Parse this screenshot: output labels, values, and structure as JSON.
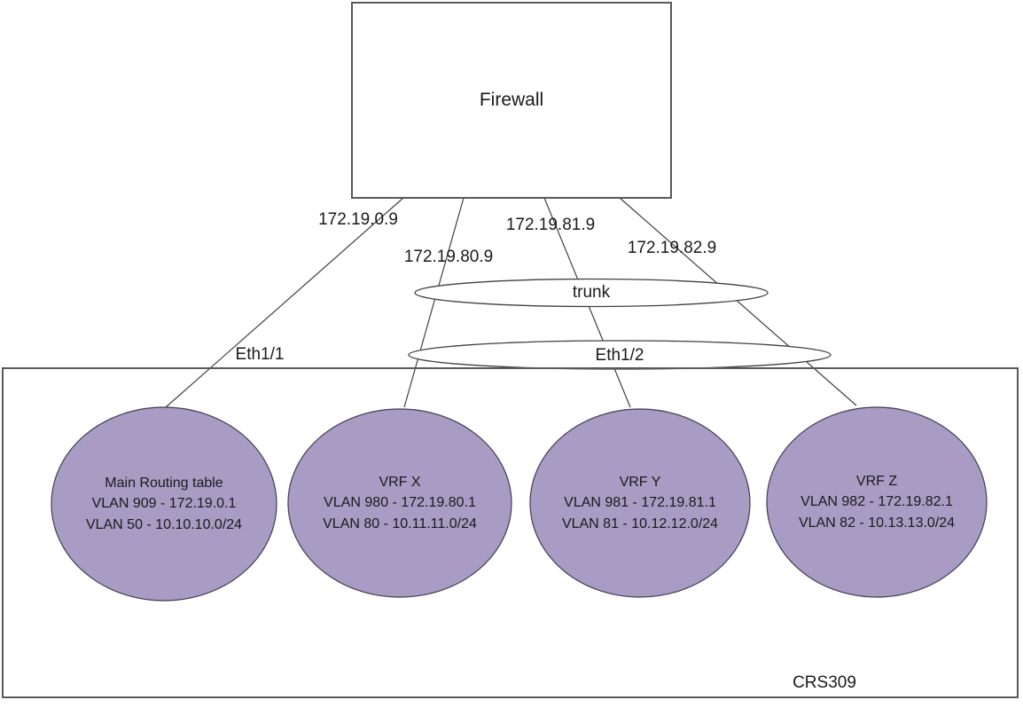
{
  "diagram": {
    "firewall": {
      "label": "Firewall"
    },
    "ip_labels": [
      "172.19.0.9",
      "172.19.80.9",
      "172.19.81.9",
      "172.19.82.9"
    ],
    "trunk_label": "trunk",
    "ports": {
      "eth11": "Eth1/1",
      "eth12": "Eth1/2"
    },
    "switch_label": "CRS309",
    "vrfs": [
      {
        "title": "Main Routing table",
        "vlan1": "VLAN 909 - 172.19.0.1",
        "vlan2": "VLAN 50 - 10.10.10.0/24"
      },
      {
        "title": "VRF X",
        "vlan1": "VLAN 980 - 172.19.80.1",
        "vlan2": "VLAN 80 - 10.11.11.0/24"
      },
      {
        "title": "VRF Y",
        "vlan1": "VLAN 981 - 172.19.81.1",
        "vlan2": "VLAN 81 - 10.12.12.0/24"
      },
      {
        "title": "VRF Z",
        "vlan1": "VLAN 982 - 172.19.82.1",
        "vlan2": "VLAN 82 - 10.13.13.0/24"
      }
    ],
    "colors": {
      "vrf_fill": "#A89CC4",
      "vrf_stroke": "#423D52",
      "box_stroke": "#595959",
      "connector": "#404040",
      "text": "#1A1A1A"
    }
  }
}
